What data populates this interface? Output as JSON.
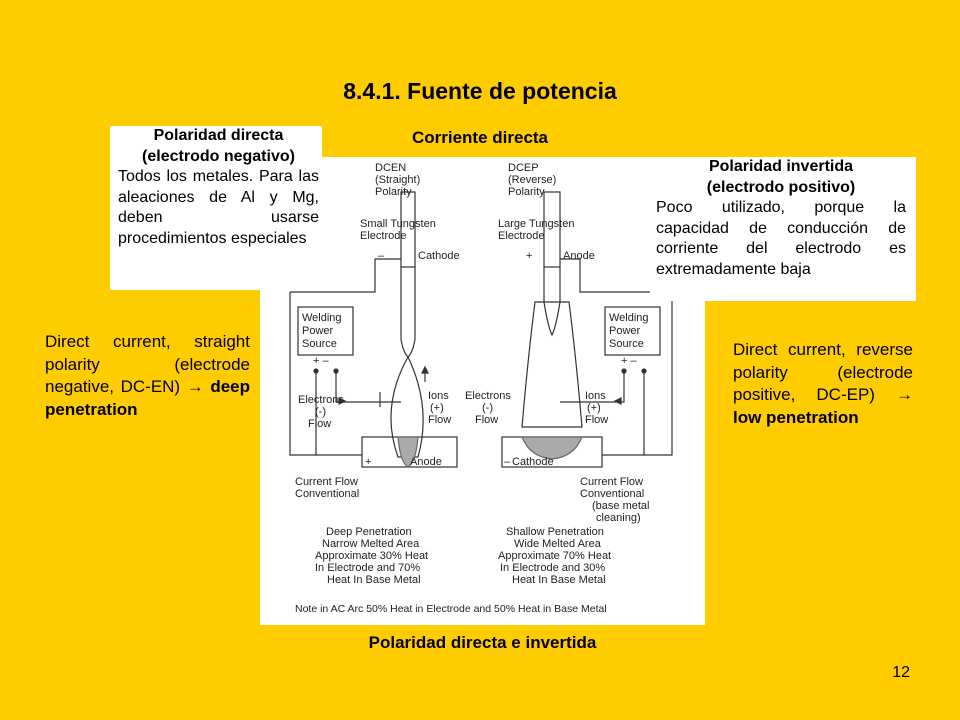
{
  "title": "8.4.1. Fuente de potencia",
  "subtitle": "Corriente directa",
  "caption": "Polaridad directa e invertida",
  "page_number": "12",
  "box_left": {
    "heading_1": "Polaridad directa",
    "heading_2": "(electrodo negativo)",
    "body": "Todos los metales. Para las aleaciones de Al y Mg, deben usarse procedimientos especiales"
  },
  "box_right": {
    "heading_1": "Polaridad invertida",
    "heading_2": "(electrodo positivo)",
    "body": "Poco utilizado, porque la capacidad de conducción de corriente del electrodo es extremadamente baja"
  },
  "side_left": {
    "text": "Direct current, straight polarity (electrode negative, DC-EN) →",
    "bold": "deep penetration"
  },
  "side_right": {
    "text": "Direct current, reverse polarity (electrode positive, DC-EP) →",
    "bold": "low penetration"
  },
  "diagram": {
    "dcen_1": "DCEN",
    "dcen_2": "(Straight)",
    "dcen_3": "Polarity",
    "dcep_1": "DCEP",
    "dcep_2": "(Reverse)",
    "dcep_3": "Polarity",
    "small_tungsten_1": "Small Tungsten",
    "small_tungsten_2": "Electrode",
    "large_tungsten_1": "Large Tungsten",
    "large_tungsten_2": "Electrode",
    "minus": "–",
    "plus": "+",
    "cathode": "Cathode",
    "anode": "Anode",
    "power_1": "Welding",
    "power_2": "Power",
    "power_3": "Source",
    "terminals": "+  –",
    "electrons_1": "Electrons",
    "electrons_2": "(-)",
    "electrons_3": "Flow",
    "ions_1": "Ions",
    "ions_2": "(+)",
    "ions_3": "Flow",
    "cf_1": "Current Flow",
    "cf_2": "Conventional",
    "cf_3": "(base metal",
    "cf_4": "cleaning)",
    "deep_1": "Deep Penetration",
    "deep_2": "Narrow Melted Area",
    "deep_3": "Approximate 30% Heat",
    "deep_4": "In Electrode and 70%",
    "deep_5": "Heat In Base Metal",
    "shallow_1": "Shallow Penetration",
    "shallow_2": "Wide Melted Area",
    "shallow_3": "Approximate 70% Heat",
    "shallow_4": "In Electrode and 30%",
    "shallow_5": "Heat In Base Metal",
    "note": "Note in AC Arc 50% Heat in Electrode and 50% Heat in Base Metal"
  }
}
